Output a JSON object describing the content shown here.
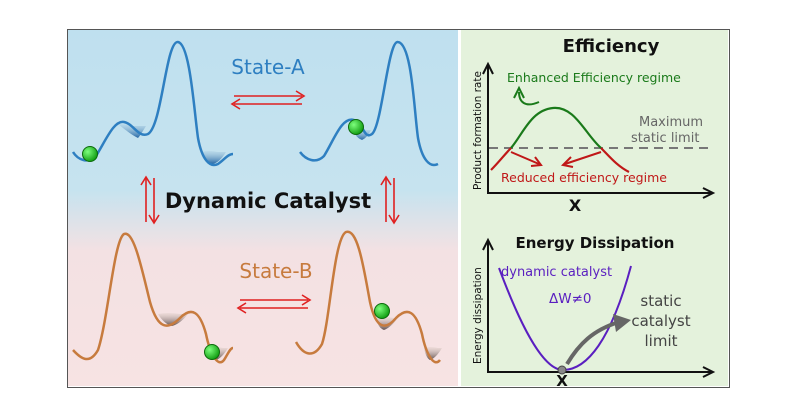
{
  "left_panel": {
    "state_a_label": "State-A",
    "state_b_label": "State-B",
    "center_label": "Dynamic Catalyst",
    "colors": {
      "state_a": "#2e7fc1",
      "state_b": "#c77b3e",
      "arrow": "#e02020",
      "ball": "#1fc31f"
    }
  },
  "efficiency_panel": {
    "title": "Efficiency",
    "y_axis_label": "Product formation rate",
    "x_axis_label": "X",
    "enhanced_label": "Enhanced Efficiency regime",
    "max_label_line1": "Maximum",
    "max_label_line2": "static limit",
    "reduced_label": "Reduced efficiency regime",
    "colors": {
      "enhanced": "#1a7a1a",
      "reduced": "#c01818",
      "limit": "#777777"
    }
  },
  "dissipation_panel": {
    "title": "Energy Dissipation",
    "y_axis_label": "Energy dissipation",
    "x_axis_label": "X",
    "curve_label": "dynamic catalyst",
    "work_label": "ΔW≠0",
    "static_line1": "static",
    "static_line2": "catalyst",
    "static_line3": "limit",
    "colors": {
      "curve": "#5a1fc0",
      "static_arrow": "#666666"
    }
  }
}
